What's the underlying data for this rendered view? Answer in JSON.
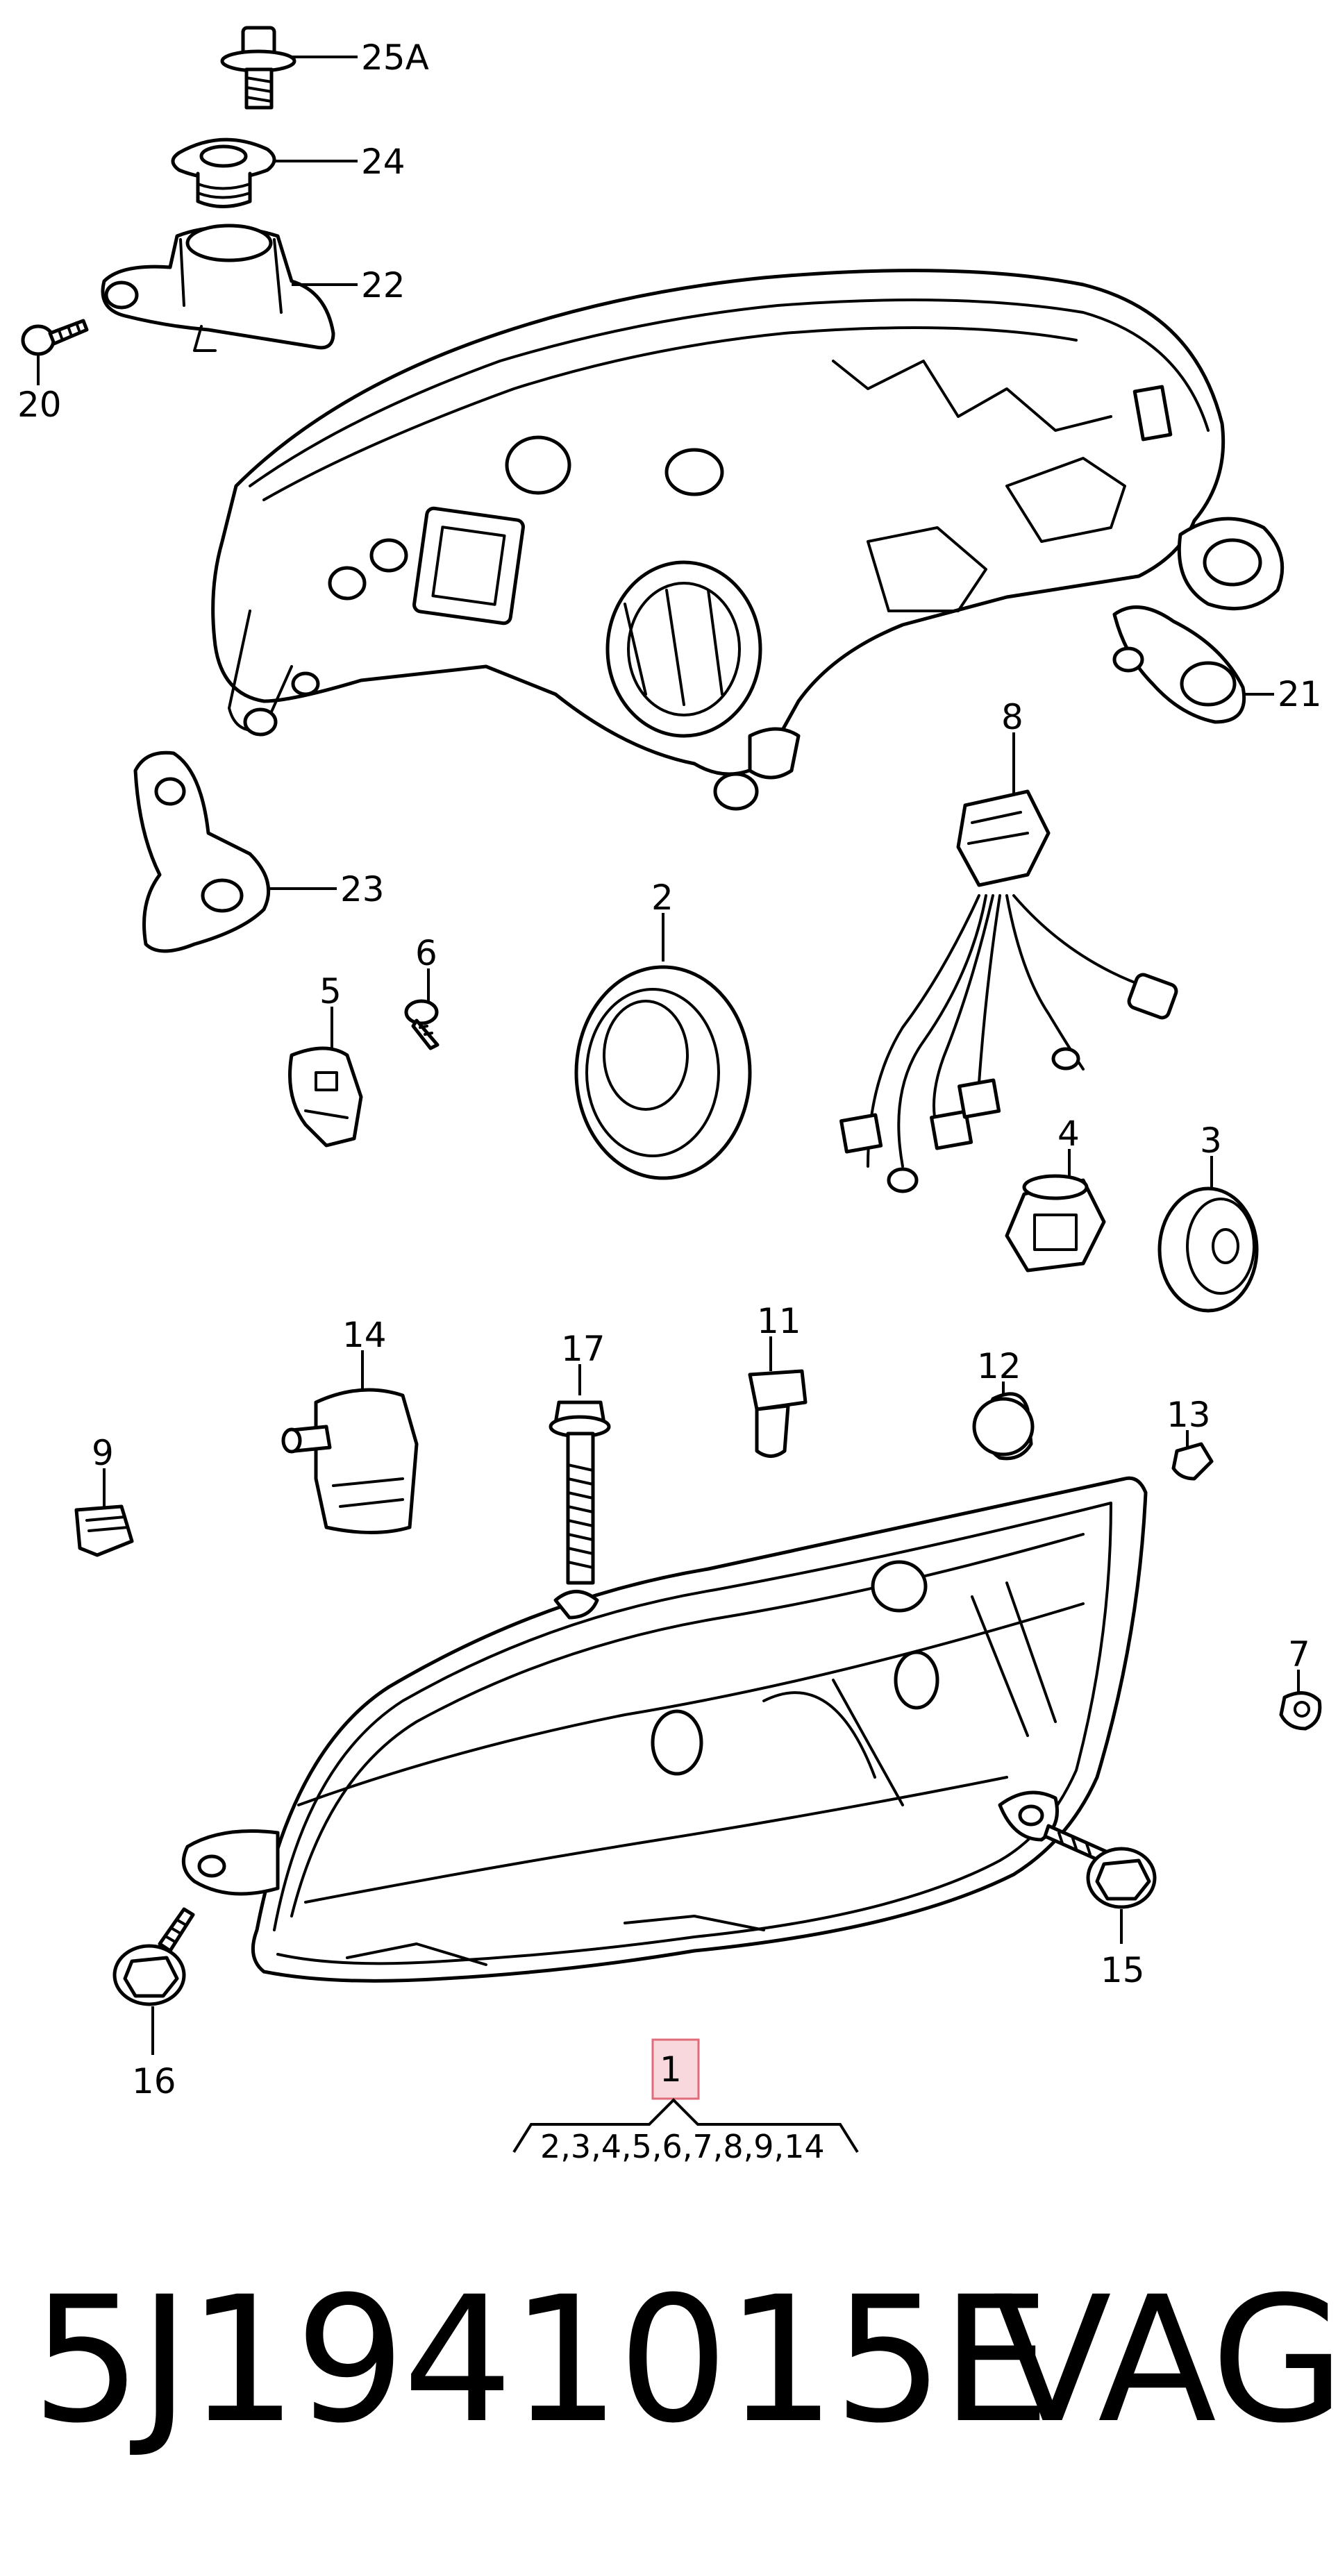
{
  "labels": {
    "l25a": "25A",
    "l24": "24",
    "l22": "22",
    "l20": "20",
    "l21": "21",
    "l23": "23",
    "l8": "8",
    "l6": "6",
    "l5": "5",
    "l2": "2",
    "l4": "4",
    "l3": "3",
    "l14": "14",
    "l17": "17",
    "l11": "11",
    "l12": "12",
    "l13": "13",
    "l9": "9",
    "l7": "7",
    "l15": "15",
    "l16": "16",
    "l1": "1"
  },
  "assembly_contents": "2,3,4,5,6,7,8,9,14",
  "footer": {
    "part_number": "5J1941015E",
    "brand": "VAG"
  }
}
